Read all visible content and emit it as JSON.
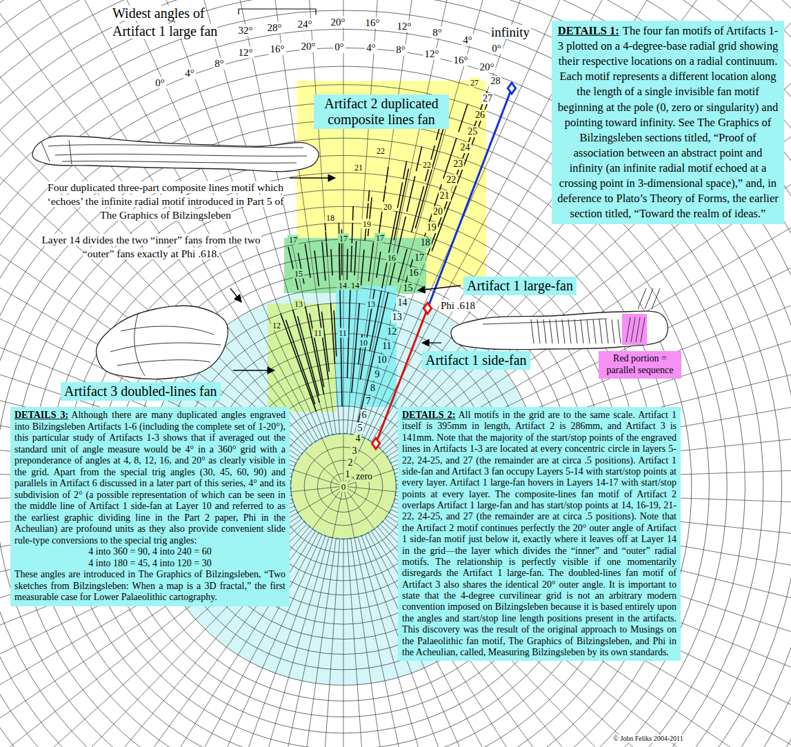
{
  "diagram": {
    "nodes": [
      {
        "text": [
          "DETAILS 1:",
          "The four fan motifs of Artifacts 1-3 plotted on a 4-degree-base radial grid showing their respective locations on a radial continuum. Each motif represents a different location along the length of a single invisible fan motif beginning at the pole (0, zero or singularity) and pointing toward infinity. See The Graphics of Bilzingsleben sections titled, “Proof of association between an abstract point and infinity (an infinite radial motif echoed at a crossing point in 3-dimensional space),” and, in deference to Plato’s Theory of Forms, the earlier section titled, “Toward the realm of ideas.”"
        ]
      },
      {
        "text": [
          "Artifact 2 duplicated composite lines fan"
        ]
      },
      {
        "text": [
          "Artifact 1 large-fan"
        ]
      },
      {
        "text": [
          "Artifact 1 side-fan"
        ]
      },
      {
        "text": [
          "Red portion = parallel sequence"
        ]
      },
      {
        "text": [
          "Artifact 3 doubled-lines fan"
        ]
      },
      {
        "text": [
          "DETAILS 3:",
          "Although there are many duplicated angles engraved into Bilzingsleben Artifacts 1-6 (including the complete set of 1-20°), this particular study of Artifacts 1-3 shows that if averaged out the standard unit of angle measure would be 4° in a 360° grid with a preponderance of angles at 4, 8, 12, 16, and 20° as clearly visible in the grid. Apart from the special trig angles (30, 45, 60, 90) and parallels in Artifact 6 discussed in a later part of this series, 4° and its subdivision of 2° (a possible representation of which can be seen in the middle line of Artifact 1 side-fan at Layer 10 and referred to as the earliest graphic dividing line in the Part 2 paper, Phi in the Acheulian) are profound units as they also provide convenient slide rule-type conversions to the special trig angles:",
          "4 into 360 = 90, 4 into 240 = 60",
          "4 into 180 = 45, 4 into 120 = 30",
          "These angles are introduced in The Graphics of Bilzingsleben, “Two sketches from Bilzingsleben: When a map is a 3D fractal,” the first measurable case for Lower Palaeolithic cartography."
        ]
      },
      {
        "text": [
          "DETAILS 2:",
          "All motifs in the grid are to the same scale. Artifact 1 itself is 395mm in length, Artifact 2 is 286mm, and Artifact 3 is 141mm. Note that the majority of the start/stop points of the engraved lines in Artifacts 1-3 are located at every concentric circle in layers 5-22, 24-25, and 27 (the remainder are at circa .5 positions). Artifact 1 side-fan and Artifact 3 fan occupy Layers 5-14 with start/stop points at every layer. Artifact 1 large-fan hovers in Layers 14-17 with start/stop points at every layer. The composite-lines fan motif of Artifact 2 overlaps Artifact 1 large-fan and has start/stop points at 14, 16-19, 21-22, 24-25, and 27 (the remainder are at circa .5 positions). Note that the Artifact 2 motif continues perfectly the 20° outer angle of Artifact 1 side-fan motif just below it, exactly where it leaves off at Layer 14 in the grid—the layer which divides the “inner” and “outer” radial motifs. The relationship is perfectly visible if one momentarily disregards the Artifact 1 large-fan. The doubled-lines fan motif of Artifact 3 also shares the identical 20° outer angle. It is important to state that the 4-degree curvilinear grid is not an arbitrary modern convention imposed on Bilzingsleben because it is based entirely upon the angles and start/stop line length positions present in the artifacts. This discovery was the result of the original approach to Musings on the Palaeolithic fan motif, The Graphics of Bilzingsleben, and Phi in the Acheulian, called, Measuring Bilzingsleben by its own standards."
        ]
      }
    ],
    "labels": [
      "Widest angles of Artifact 1 large fan",
      "32°",
      "28°",
      "24°",
      "20°",
      "16°",
      "12°",
      "8°",
      "4°",
      "infinity",
      "0°",
      "12°",
      "16°",
      "20°",
      "0°",
      "4°",
      "8°",
      "12°",
      "16°",
      "20°",
      "0°",
      "4°",
      "8°",
      "1",
      "2",
      "3",
      "4",
      "5",
      "6",
      "7",
      "8",
      "9",
      "10",
      "11",
      "12",
      "13",
      "14",
      "15",
      "16",
      "17",
      "18",
      "19",
      "20",
      "21",
      "22",
      "23",
      "24",
      "25",
      "26",
      "27",
      "28",
      "27",
      "22",
      "21",
      "22",
      "20",
      "19",
      "18",
      "17",
      "17",
      "17",
      "17",
      "16",
      "15",
      "14",
      "14",
      "13",
      "13",
      "12",
      "11",
      "11",
      "10",
      "zero",
      "0",
      "Phi .618",
      "Four duplicated three-part composite lines motif which ‘echoes’ the infinite radial motif introduced in Part 5 of The Graphics of Bilzingsleben",
      "Layer 14 divides the two “inner” fans from the two “outer” fans exactly at Phi .618.",
      "© John Feliks 2004-2011"
    ]
  }
}
